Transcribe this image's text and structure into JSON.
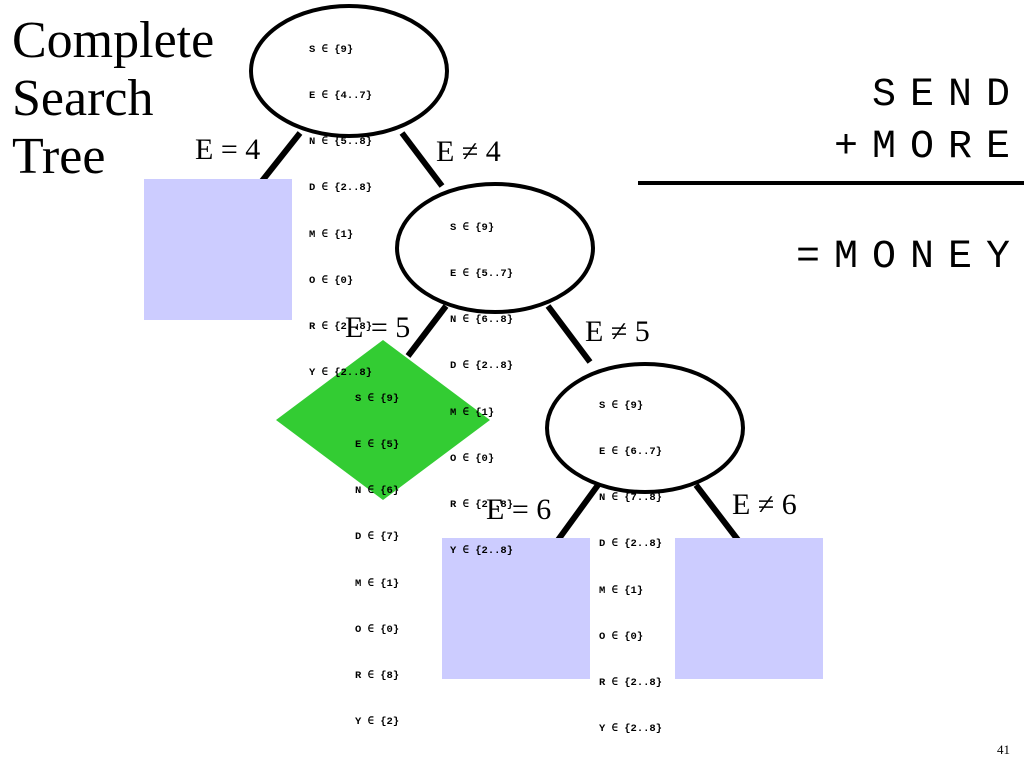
{
  "title": [
    "Complete",
    "Search",
    "Tree"
  ],
  "puzzle": {
    "line1": "SEND",
    "line2": "+MORE",
    "line3": "=MONEY"
  },
  "nodes": {
    "root": [
      "S ∈ {9}",
      "E ∈ {4..7}",
      "N ∈ {5..8}",
      "D ∈ {2..8}",
      "M ∈ {1}",
      "O ∈ {0}",
      "R ∈ {2..8}",
      "Y ∈ {2..8}"
    ],
    "n2": [
      "S ∈ {9}",
      "E ∈ {5..7}",
      "N ∈ {6..8}",
      "D ∈ {2..8}",
      "M ∈ {1}",
      "O ∈ {0}",
      "R ∈ {2..8}",
      "Y ∈ {2..8}"
    ],
    "solution": [
      "S ∈ {9}",
      "E ∈ {5}",
      "N ∈ {6}",
      "D ∈ {7}",
      "M ∈ {1}",
      "O ∈ {0}",
      "R ∈ {8}",
      "Y ∈ {2}"
    ],
    "n3": [
      "S ∈ {9}",
      "E ∈ {6..7}",
      "N ∈ {7..8}",
      "D ∈ {2..8}",
      "M ∈ {1}",
      "O ∈ {0}",
      "R ∈ {2..8}",
      "Y ∈ {2..8}"
    ]
  },
  "edges": {
    "e_eq_4": "E = 4",
    "e_ne_4": "E ≠ 4",
    "e_eq_5": "E = 5",
    "e_ne_5": "E ≠ 5",
    "e_eq_6": "E = 6",
    "e_ne_6": "E ≠ 6"
  },
  "colors": {
    "leaf": "#ccccff",
    "solution": "#33cc33",
    "line": "#000000"
  },
  "page_number": "41"
}
